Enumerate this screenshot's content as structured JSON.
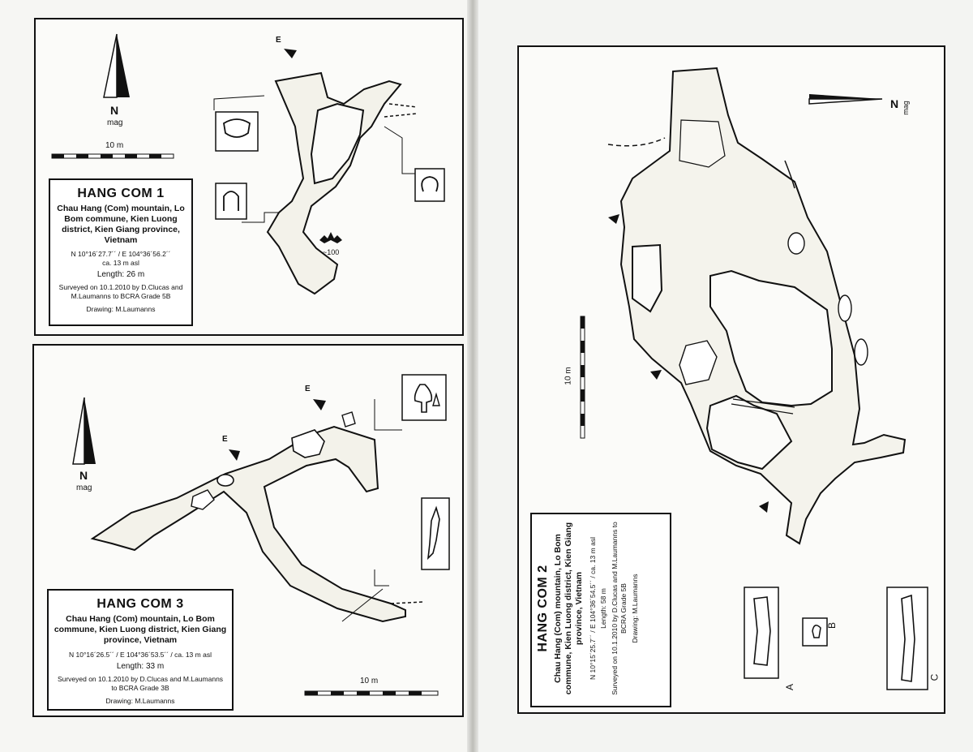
{
  "common": {
    "north_label": "N",
    "north_sub": "mag",
    "entrance": "E",
    "scale": "10 m"
  },
  "hang_com_1": {
    "title": "HANG COM 1",
    "location": "Chau Hang (Com) mountain, Lo Bom commune, Kien Luong district, Kien Giang province, Vietnam",
    "coords": "N 10°16´27.7´´ / E 104°36´56.2´´",
    "altitude": "ca. 13 m asl",
    "length": "Length: 26 m",
    "surveyed": "Surveyed on 10.1.2010 by D.Clucas and M.Laumanns to BCRA Grade 5B",
    "drawing": "Drawing: M.Laumanns",
    "bat_count": "~100"
  },
  "hang_com_3": {
    "title": "HANG COM 3",
    "location": "Chau Hang (Com) mountain, Lo Bom commune, Kien Luong district, Kien Giang province, Vietnam",
    "coords": "N 10°16´26.5´´ / E 104°36´53.5´´ / ca. 13 m asl",
    "length": "Length: 33 m",
    "surveyed": "Surveyed on 10.1.2010 by D.Clucas and M.Laumanns to BCRA Grade 3B",
    "drawing": "Drawing: M.Laumanns"
  },
  "hang_com_2": {
    "title": "HANG COM 2",
    "location": "Chau Hang (Com) mountain, Lo Bom commune, Kien Luong district, Kien Giang province, Vietnam",
    "coords": "N 10°15´25.7´´ / E 104°36´54.5´´ / ca. 13 m asl",
    "length": "Length: 58 m",
    "surveyed": "Surveyed on 10.1.2010 by D.Clucas and M.Laumanns to BCRA Grade 5B",
    "drawing": "Drawing: M.Laumanns",
    "section_a": "A",
    "section_b": "B",
    "section_c": "C"
  }
}
